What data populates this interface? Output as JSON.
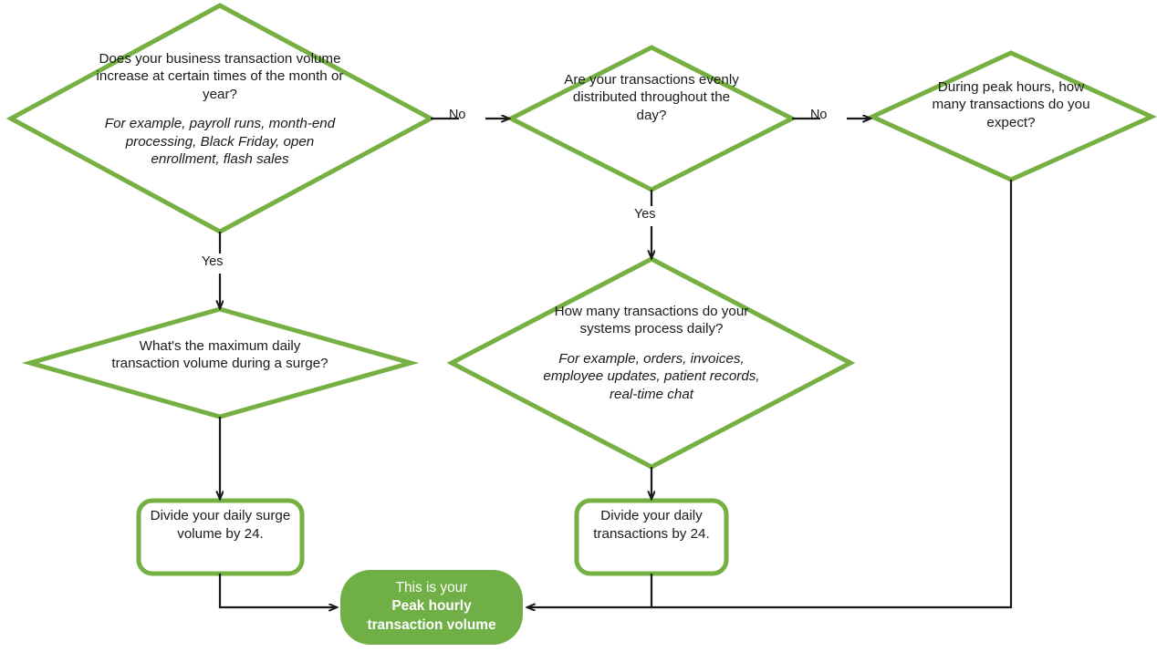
{
  "diagram": {
    "title": "Peak hourly transaction volume decision flow",
    "accent_color": "#76b043",
    "fill_color": "#6faf46",
    "line_color": "#1a1a1a",
    "background": "#ffffff"
  },
  "nodes": {
    "seasonality": {
      "shape": "diamond",
      "question": "Does your business transaction volume increase at certain times of the month or year?",
      "example": "For example, payroll runs, month-end processing, Black Friday, open enrollment, flash sales"
    },
    "even_distribution": {
      "shape": "diamond",
      "question": "Are your transactions evenly distributed throughout the day?"
    },
    "peak_hours": {
      "shape": "diamond",
      "question": "During peak hours, how many transactions do you expect?"
    },
    "surge_volume": {
      "shape": "diamond",
      "question": "What's the maximum daily transaction volume during a surge?"
    },
    "daily_volume": {
      "shape": "diamond",
      "question": "How many transactions do your systems process daily?",
      "example": "For example, orders, invoices, employee updates, patient records, real-time chat"
    },
    "divide_surge": {
      "shape": "rounded-rect",
      "text": "Divide your daily surge volume by 24."
    },
    "divide_daily": {
      "shape": "rounded-rect",
      "text": "Divide your daily transactions by 24."
    },
    "result": {
      "shape": "pill",
      "lead": "This is your",
      "emphasis_line1": "Peak hourly",
      "emphasis_line2": "transaction volume"
    }
  },
  "edge_labels": {
    "seasonality_no": "No",
    "even_distribution_no": "No",
    "seasonality_yes": "Yes",
    "even_distribution_yes": "Yes"
  }
}
